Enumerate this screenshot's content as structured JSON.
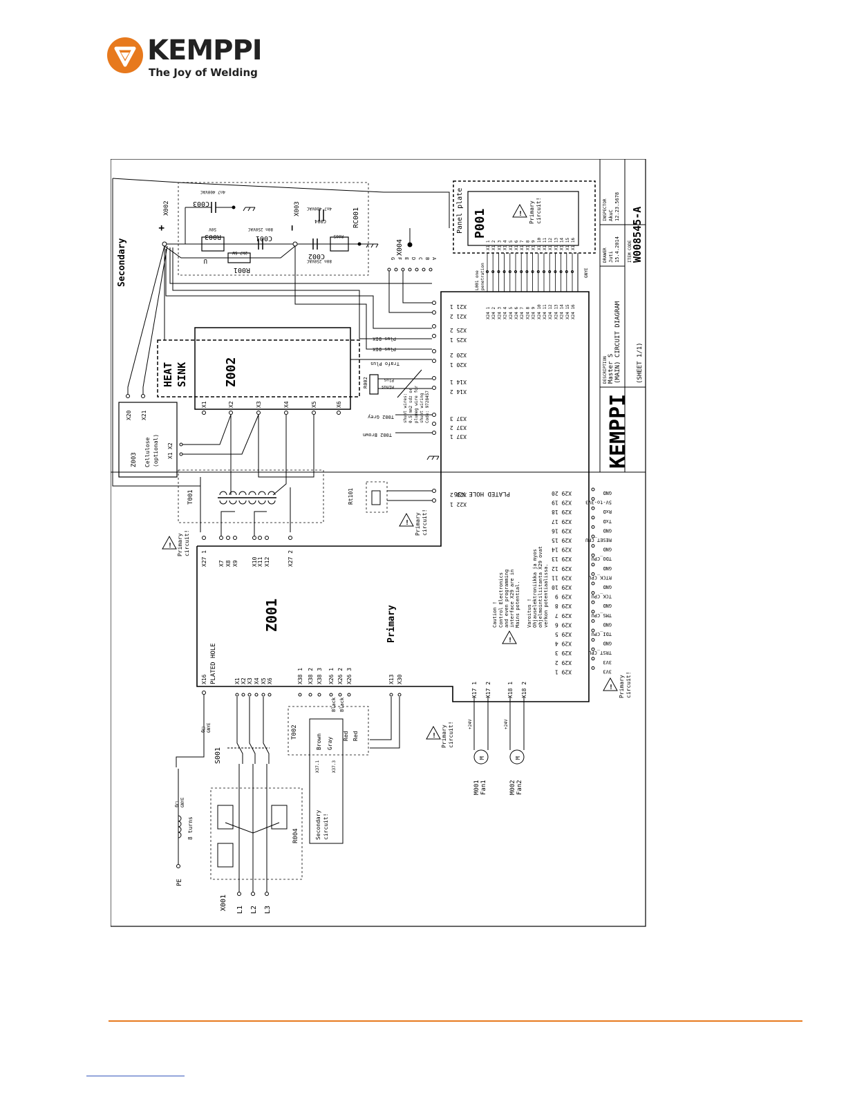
{
  "brand": {
    "name": "KEMPPI",
    "tagline": "The Joy of Welding",
    "accent_color": "#e7791d"
  },
  "title_block": {
    "company": "KEMPPI",
    "description_label": "DESCRIPTION",
    "description_line1": "Master S",
    "description_line2": "(MAIN) CIRCUIT DIAGRAM",
    "sheet": "(SHEET 1/1)",
    "drawer_label": "DRAWER",
    "drawer": "Juti",
    "drawer_date": "15.4.2014",
    "inspector_label": "INSPECTOR",
    "inspector": "AkuC",
    "inspector_date": "12.23.5678",
    "item_code_label": "ITEM CODE",
    "item_code": "W008545-A"
  },
  "labels": {
    "secondary": "Secondary",
    "primary": "Primary",
    "heat_sink_1": "HEAT",
    "heat_sink_2": "SINK",
    "z002": "Z002",
    "z001": "Z001",
    "z003": "Z003",
    "cellulose": "Cellulose",
    "optional": "(optional)",
    "x002": "X002",
    "x003": "X003",
    "x004": "X004",
    "c003": "C003",
    "c003_val": "4n7 400VAC",
    "c001": "C001",
    "c001_val": "80n 250VAC",
    "c002": "C002",
    "c002_val": "80n 250VAC",
    "c004": "C004",
    "c004_val": "4n7 400VAC",
    "r003": "R003",
    "r003_val": "50V",
    "r001": "R001",
    "r001_val": "2k7 5W",
    "r005": "R005",
    "rc001": "RC001",
    "panel_plate": "Panel plate",
    "p001": "P001",
    "primary_circuit_1": "Primary",
    "primary_circuit_2": "circuit!",
    "secondary_circuit_1": "Secondary",
    "secondary_circuit_2": "circuit!",
    "t001": "T001",
    "t002": "T002",
    "rt101": "Rt101",
    "r002": "R002",
    "plated_hole": "PLATED HOLE",
    "plated_hole_x36": "PLATED HOLE X36",
    "x16": "X16",
    "s001": "S001",
    "r004": "R004",
    "x001": "X001",
    "pe": "PE",
    "turns": "8 turns",
    "gnye": "GNYE",
    "l1": "L1",
    "l2": "L2",
    "l3": "L3",
    "m001": "M001",
    "fan1": "Fan1",
    "m002": "M002",
    "fan2": "Fan2",
    "plus24": "+24V",
    "t002_grey": "T002 Grey",
    "t002_brown": "T002 Brown",
    "trafo_plus": "Trafo Plus",
    "plus_dix_1": "Plus DIX",
    "plus_dix_2": "Plus DIX",
    "minus": "Minus",
    "plus": "Plus",
    "shunt_1": "shunt wires:",
    "shunt_2": "0.5 mm2 sdz or",
    "shunt_3": "plumeg wire for",
    "shunt_4": "shunt wiring",
    "shunt_5": "Code: 9728457",
    "l001_1": "L001 one",
    "l001_2": "penetration",
    "caution_1": "Caution !",
    "caution_2": "Control Electronics",
    "caution_3": "and even programming",
    "caution_4": "interface X29 are in",
    "caution_5": "Mains potential.",
    "varoitus_1": "Varoitus !",
    "varoitus_2": "Ohjauselektroniikka ja myos",
    "varoitus_3": "ohjelmointiliitanta X29 ovat",
    "varoitus_4": "verkon potentiaalissa.",
    "black": "Black",
    "brown": "Brown",
    "gray": "Gray",
    "red": "Red"
  },
  "x004_pins": [
    "G",
    "F",
    "E",
    "D",
    "C",
    "B",
    "A"
  ],
  "z001_top_connectors": [
    "X27 1",
    "X7",
    "X8",
    "X9",
    "X10",
    "X11",
    "X12",
    "X27 2"
  ],
  "z001_bottom_connectors": [
    "X1",
    "X2",
    "X3",
    "X4",
    "X5",
    "X6",
    "X38 1",
    "X38 2",
    "X38 3",
    "X26 1",
    "X26 2",
    "X26 3",
    "X13",
    "X30"
  ],
  "fan_connectors": [
    "X17 1",
    "X17 2",
    "X18 1",
    "X18 2"
  ],
  "z002_pins": [
    "X1",
    "X2",
    "X3",
    "X4",
    "X5",
    "X6"
  ],
  "right_connectors": [
    "X21 1",
    "X21 2",
    "X25 2",
    "X25 1",
    "X20 2",
    "X20 1",
    "X14 1",
    "X14 2",
    "X37 3",
    "X37 2",
    "X37 1",
    "X22 2",
    "X22 1"
  ],
  "p001_pins": [
    "X1 1",
    "X1 2",
    "X1 3",
    "X1 4",
    "X1 5",
    "X1 6",
    "X1 7",
    "X1 8",
    "X1 9",
    "X1 10",
    "X1 11",
    "X1 12",
    "X1 13",
    "X1 14",
    "X1 15",
    "X1 16"
  ],
  "x24_pins": [
    "X24 1",
    "X24 2",
    "X24 3",
    "X24 4",
    "X24 5",
    "X24 6",
    "X24 7",
    "X24 8",
    "X24 9",
    "X24 10",
    "X24 11",
    "X24 12",
    "X24 13",
    "X24 14",
    "X24 15",
    "X24 16"
  ],
  "x29": [
    {
      "pin": "X29 20",
      "sig": "GND"
    },
    {
      "pin": "X29 19",
      "sig": "5V-to-3V3"
    },
    {
      "pin": "X29 18",
      "sig": "RxD"
    },
    {
      "pin": "X29 17",
      "sig": "TxD"
    },
    {
      "pin": "X29 16",
      "sig": "GND"
    },
    {
      "pin": "X29 15",
      "sig": "RESET_CPU"
    },
    {
      "pin": "X29 14",
      "sig": "GND"
    },
    {
      "pin": "X29 13",
      "sig": "TDO_CPU"
    },
    {
      "pin": "X29 12",
      "sig": "GND"
    },
    {
      "pin": "X29 11",
      "sig": "RTCK_CPU"
    },
    {
      "pin": "X29 10",
      "sig": "GND"
    },
    {
      "pin": "X29 9",
      "sig": "TCK_CPU"
    },
    {
      "pin": "X29 8",
      "sig": "GND"
    },
    {
      "pin": "X29 7",
      "sig": "TMS_CPU"
    },
    {
      "pin": "X29 6",
      "sig": "GND"
    },
    {
      "pin": "X29 5",
      "sig": "TDI_CPU"
    },
    {
      "pin": "X29 4",
      "sig": "GND"
    },
    {
      "pin": "X29 3",
      "sig": "TRST_CPU"
    },
    {
      "pin": "X29 2",
      "sig": "3V3"
    },
    {
      "pin": "X29 1",
      "sig": "3V3"
    }
  ]
}
